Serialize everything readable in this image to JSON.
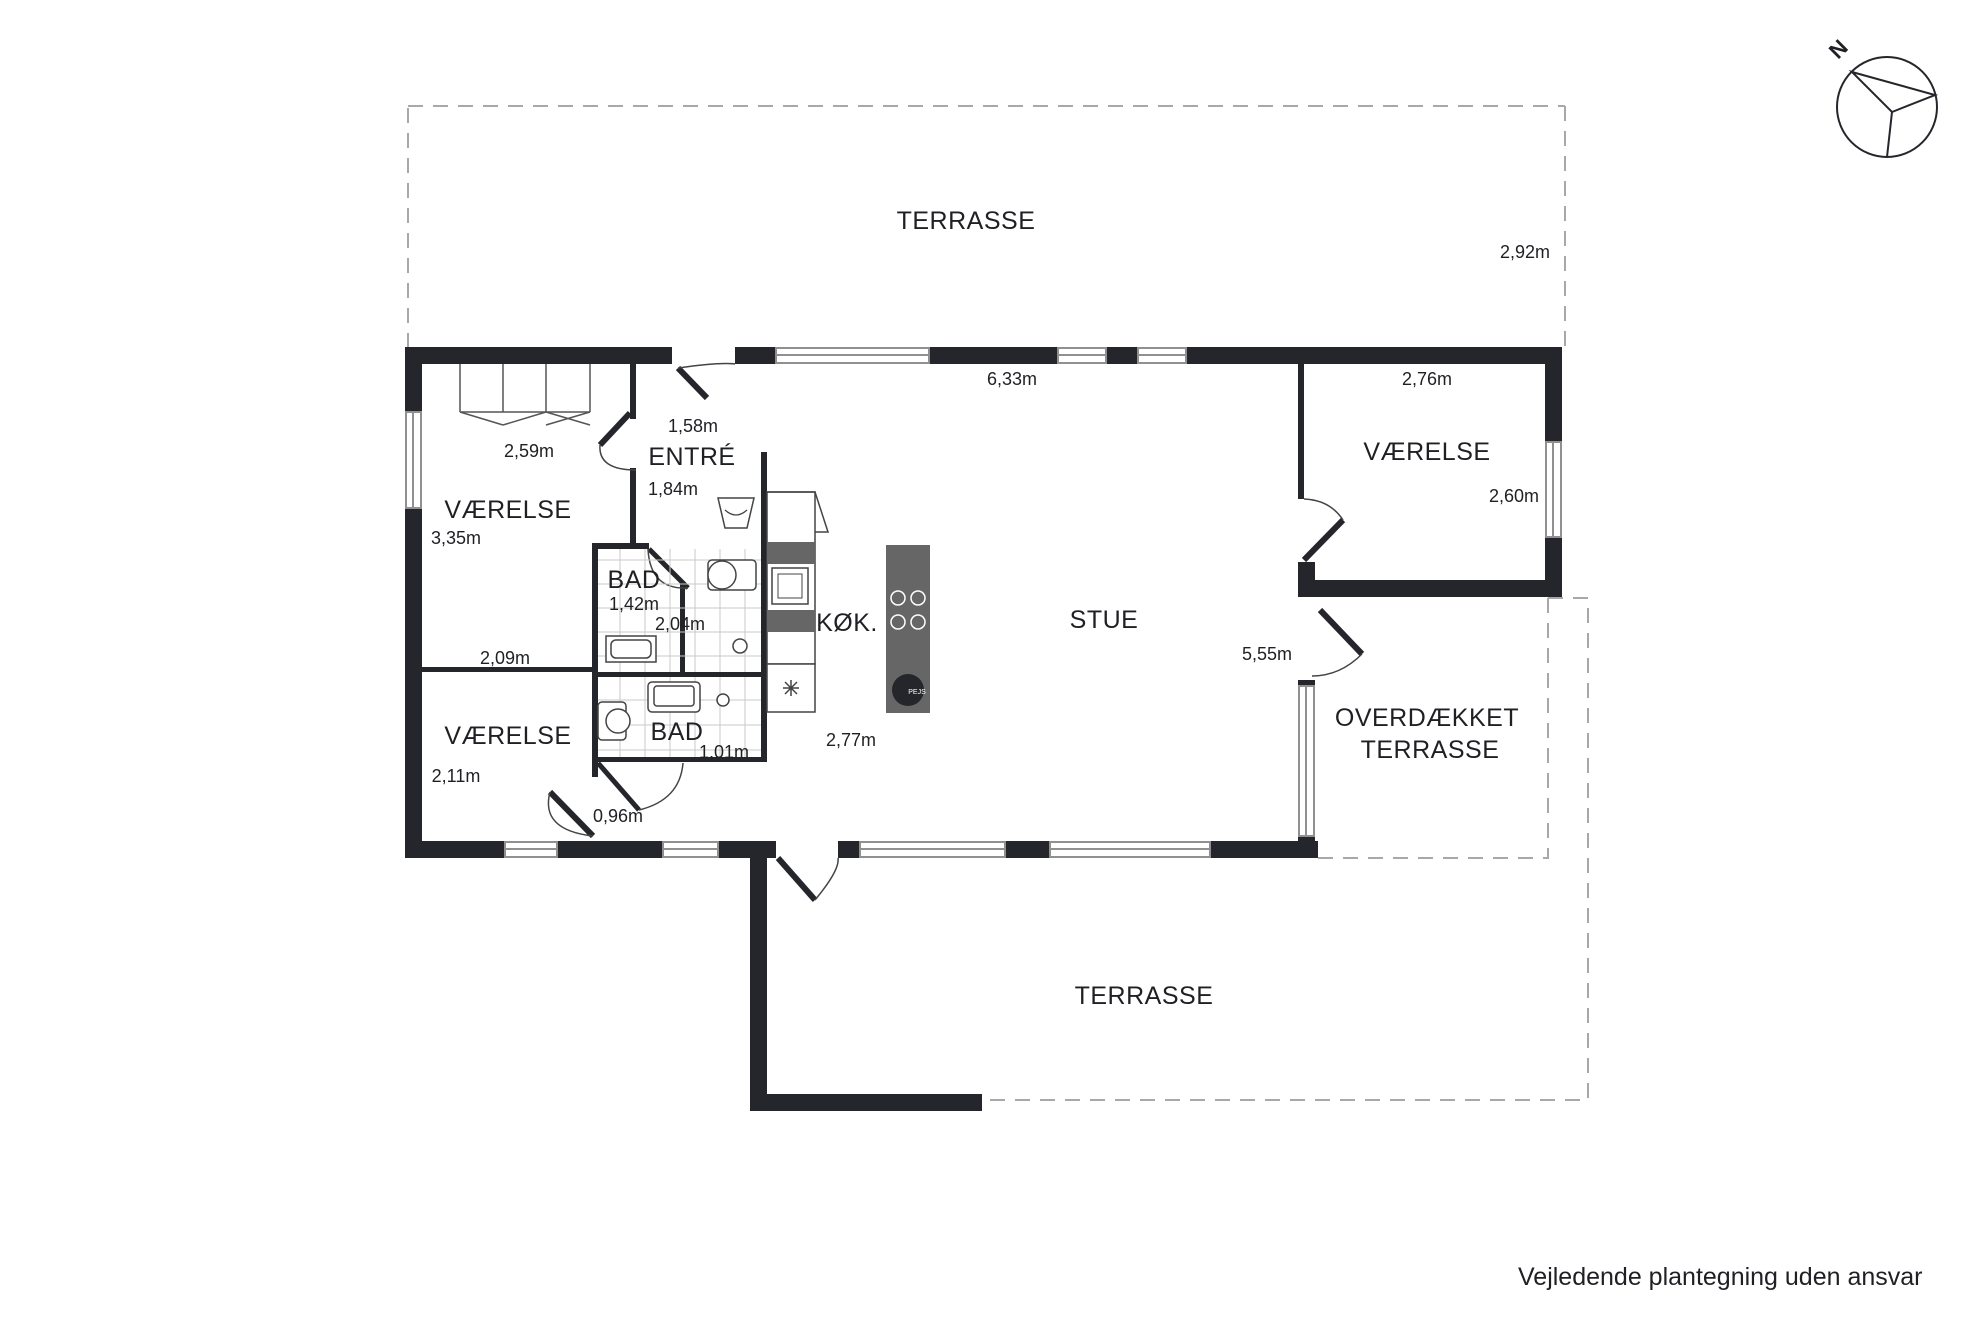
{
  "colors": {
    "wall": "#25262b",
    "window": "#909090",
    "fixture": "#666666",
    "line": "#444444",
    "dashed": "#a8a8a8",
    "text": "#1f2024"
  },
  "compass": {
    "north_label": "N"
  },
  "rooms": {
    "terrasse_north": "TERRASSE",
    "terrasse_south": "TERRASSE",
    "vaerelse_nw": "VÆRELSE",
    "vaerelse_sw": "VÆRELSE",
    "vaerelse_e": "VÆRELSE",
    "entre": "ENTRÉ",
    "bad_1": "BAD",
    "bad_2": "BAD",
    "koekken": "KØK.",
    "stue": "STUE",
    "overdaekket_line1": "OVERDÆKKET",
    "overdaekket_line2": "TERRASSE"
  },
  "dimensions": {
    "terrasse_north": "2,92m",
    "stue_top": "6,33m",
    "vaerelse_e_width": "2,76m",
    "vaerelse_e_depth": "2,60m",
    "entre_width": "1,58m",
    "entre_depth": "1,84m",
    "vaerelse_nw_width": "2,59m",
    "vaerelse_nw_depth": "3,35m",
    "bad_1_width": "1,42m",
    "bad_1_depth": "2,04m",
    "vaerelse_nw_bottom": "2,09m",
    "stue_depth": "5,55m",
    "koekken_width": "2,77m",
    "bad_2_width": "1,01m",
    "vaerelse_sw_depth": "2,11m",
    "hall_width": "0,96m"
  },
  "fixtures": {
    "fireplace_label": "PEJS"
  },
  "footer": {
    "disclaimer": "Vejledende plantegning uden ansvar"
  }
}
